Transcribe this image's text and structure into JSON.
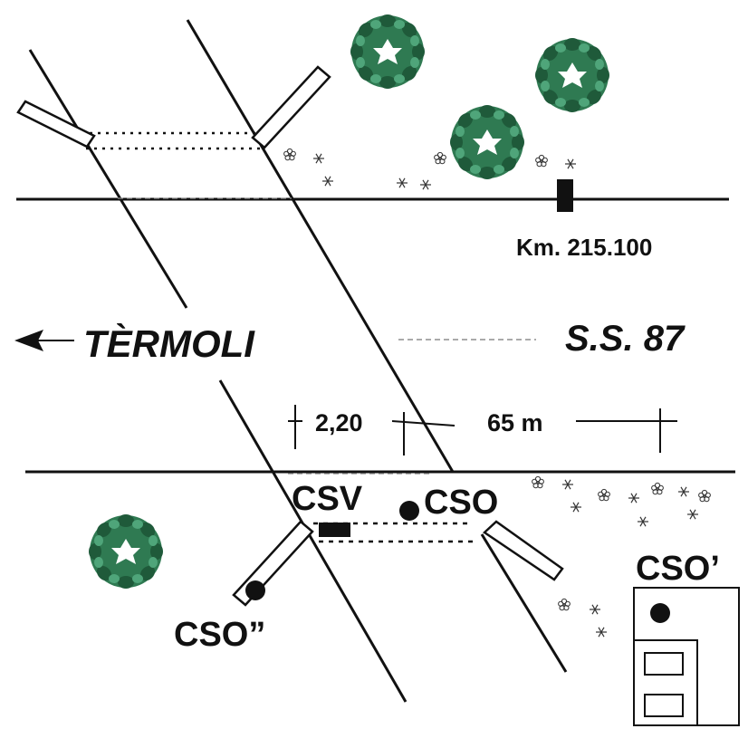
{
  "labels": {
    "km_marker": "Km. 215.100",
    "direction": "TÈRMOLI",
    "road": "S.S. 87",
    "dim_width": "2,20",
    "dim_length": "65 m",
    "csv": "CSV",
    "cso": "CSO",
    "cso_prime": "CSO’",
    "cso_double_prime": "CSO”"
  },
  "colors": {
    "line": "#111111",
    "tree_dark": "#1f5a3a",
    "tree_light": "#3e8e65",
    "dashed": "#888888"
  },
  "icons": {
    "tree": "tree-icon",
    "flower": "flower-icon",
    "arrow": "arrow-left-icon",
    "station": "station-dot-icon"
  }
}
